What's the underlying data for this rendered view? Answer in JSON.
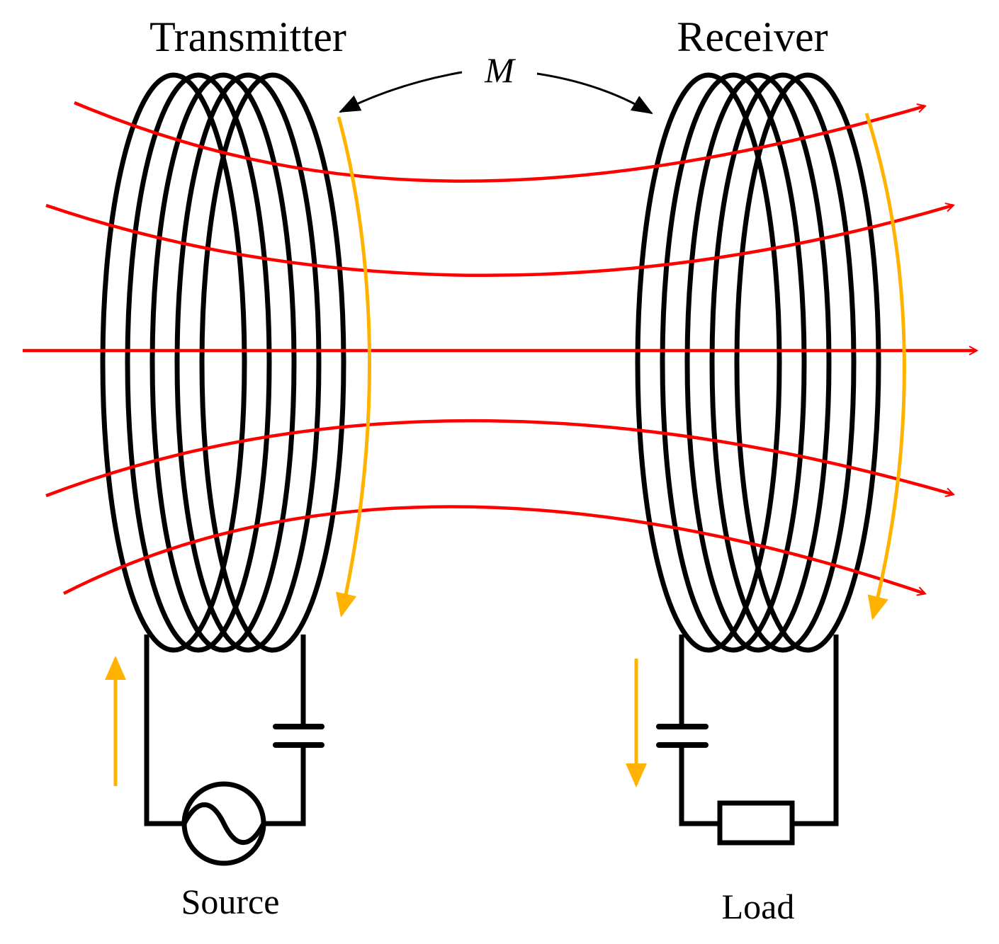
{
  "labels": {
    "transmitter": "Transmitter",
    "receiver": "Receiver",
    "mutual": "M",
    "source": "Source",
    "load": "Load"
  },
  "colors": {
    "field": "#ff0000",
    "current": "#ffb300",
    "wire": "#000000"
  }
}
